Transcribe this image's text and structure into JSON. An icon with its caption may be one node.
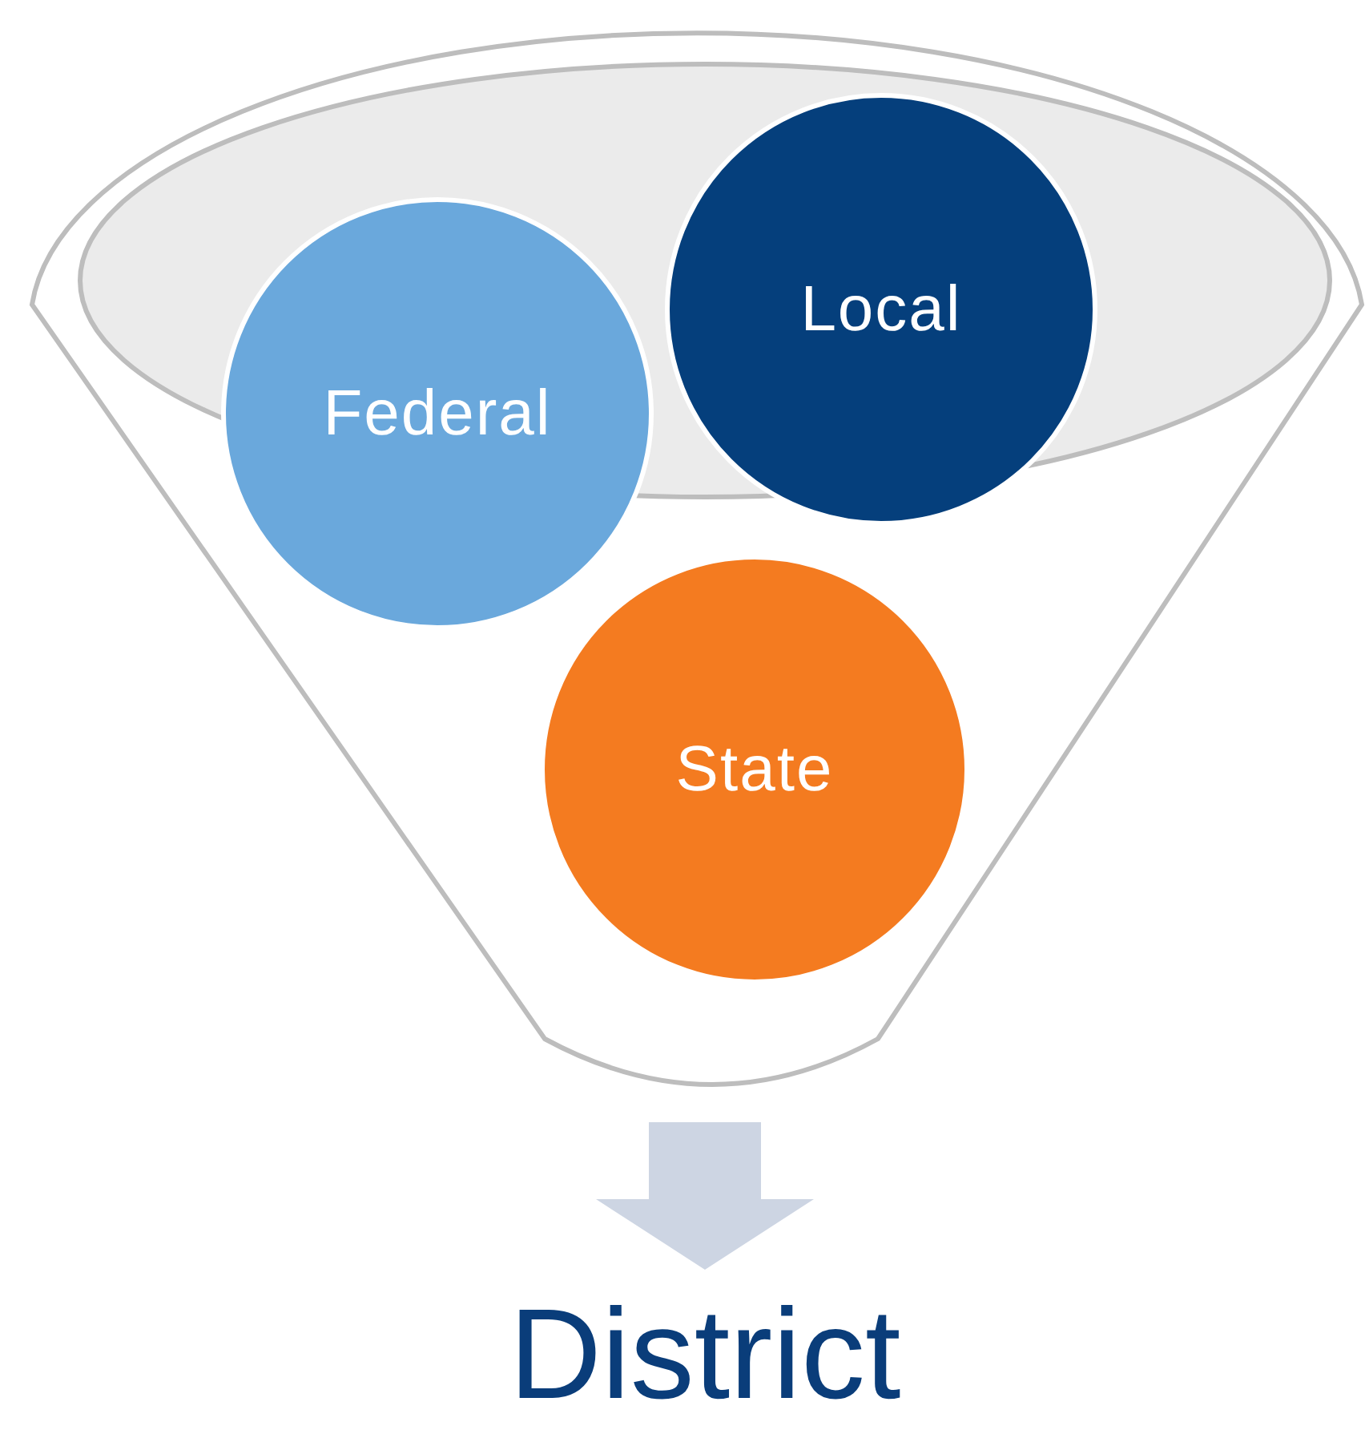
{
  "diagram": {
    "nodes": [
      {
        "text": [],
        "shape": "funnel"
      },
      {
        "text": [
          "Federal"
        ],
        "in": 0
      },
      {
        "text": [
          "Local"
        ],
        "in": 0
      },
      {
        "text": [
          "State"
        ],
        "in": 0
      },
      {
        "text": [
          "District"
        ]
      }
    ],
    "edges": [
      {
        "from": 0,
        "to": 4,
        "arrow": "to"
      }
    ]
  }
}
